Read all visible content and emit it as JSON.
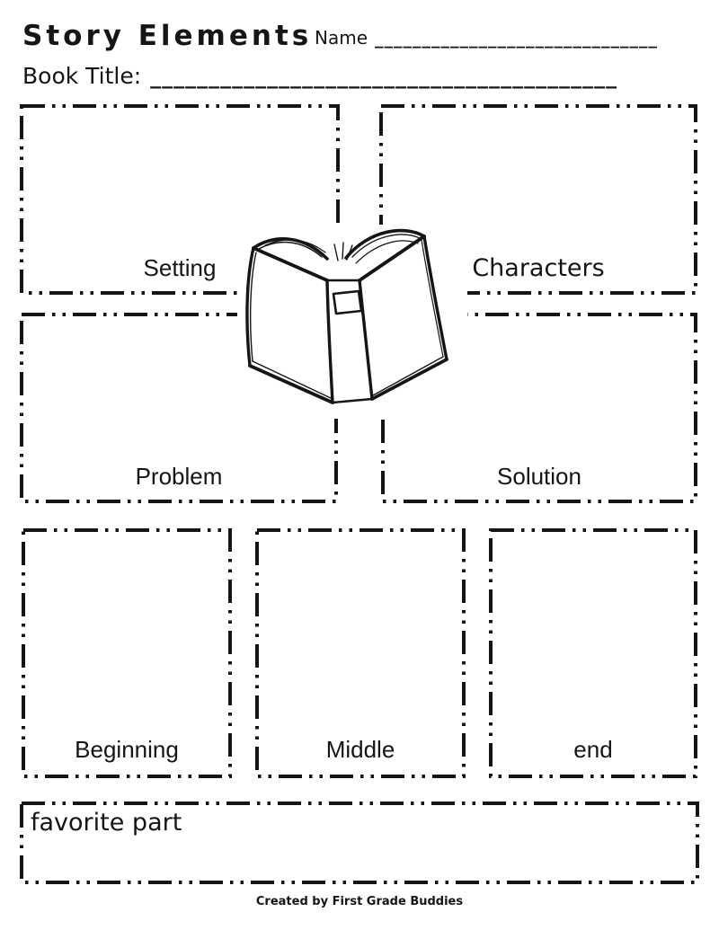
{
  "header": {
    "title": "Story Elements",
    "name_label": "Name",
    "name_line": "______________________________",
    "book_title_label": "Book Title:",
    "book_title_line": "________________________________________"
  },
  "boxes": {
    "setting": {
      "label": "Setting"
    },
    "characters": {
      "label": "Characters"
    },
    "problem": {
      "label": "Problem"
    },
    "solution": {
      "label": "Solution"
    },
    "beginning": {
      "label": "Beginning"
    },
    "middle": {
      "label": "Middle"
    },
    "end": {
      "label": "end"
    },
    "favorite": {
      "label": "favorite part"
    }
  },
  "illustration": {
    "name": "open-book-sketch"
  },
  "footer": {
    "credit": "Created by First Grade Buddies"
  },
  "colors": {
    "ink": "#151515",
    "paper": "#ffffff"
  }
}
